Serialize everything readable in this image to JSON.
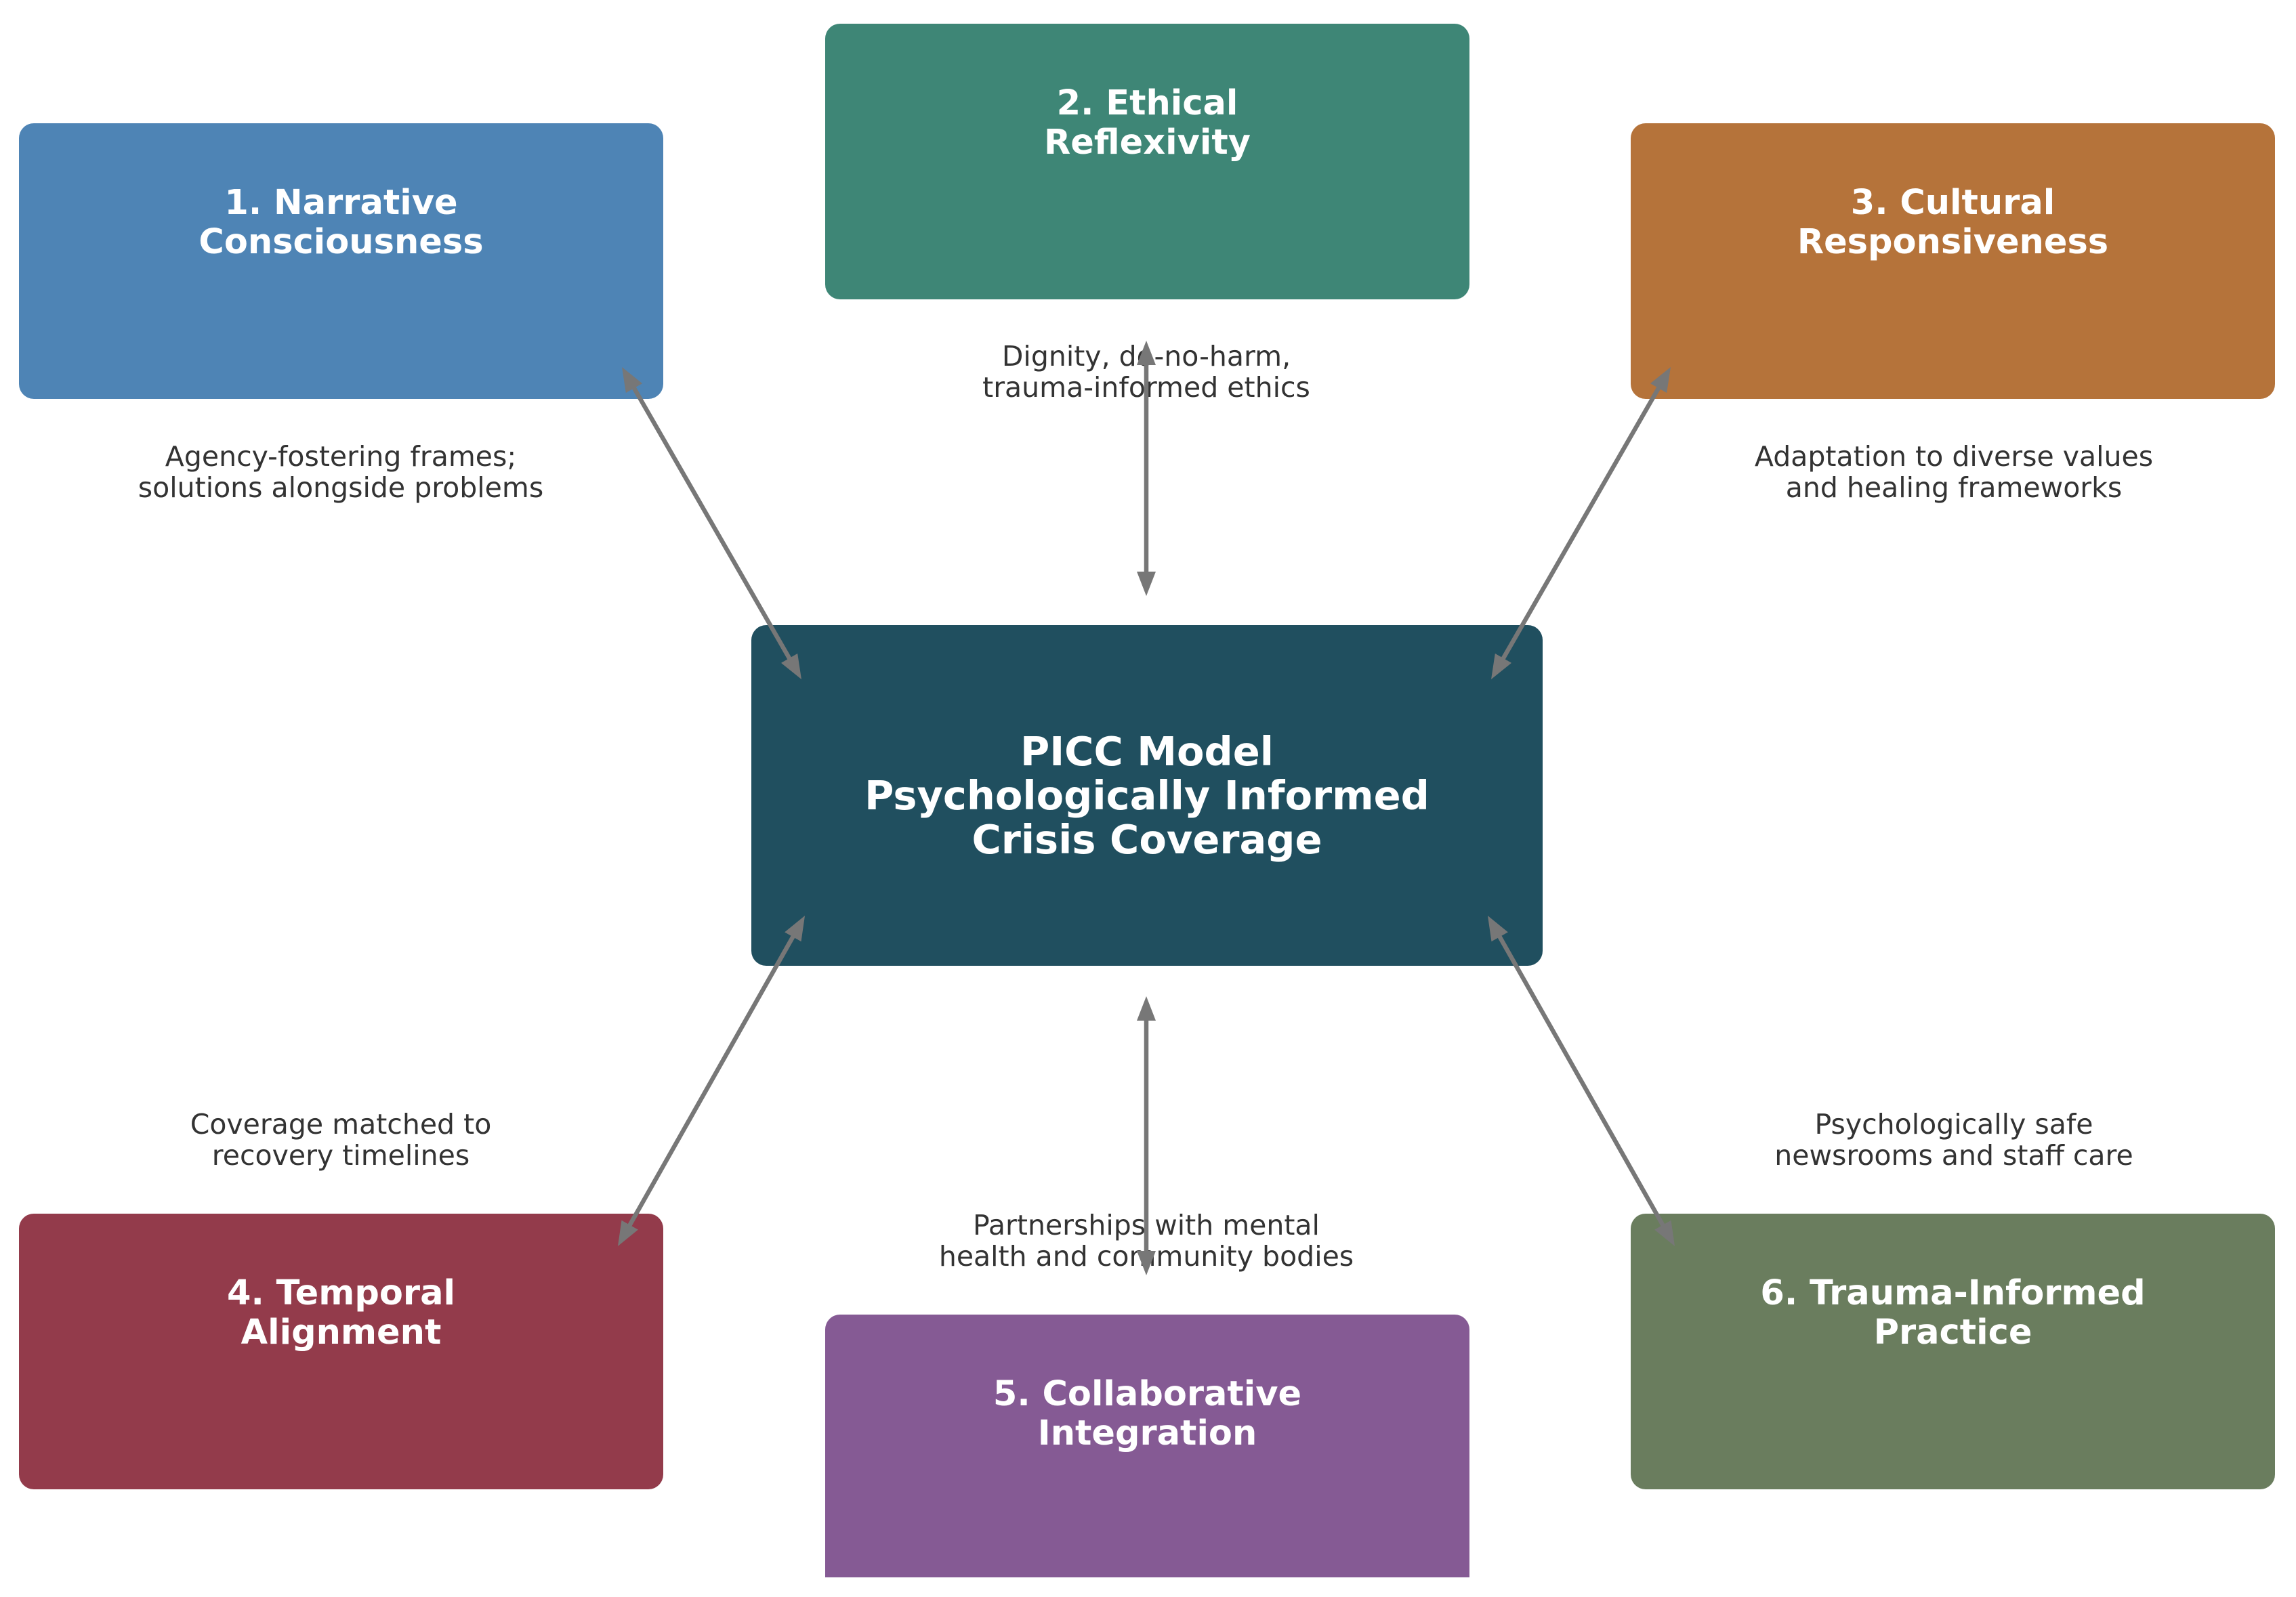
{
  "center": {
    "title": "PICC Model\nPsychologically Informed\nCrisis Coverage",
    "color": "#204f5f"
  },
  "components": [
    {
      "title": "1. Narrative\nConsciousness",
      "description": "Agency-fostering frames;\nsolutions alongside problems",
      "color": "#4e84b5"
    },
    {
      "title": "2. Ethical\nReflexivity",
      "description": "Dignity, do-no-harm,\ntrauma-informed ethics",
      "color": "#3e8676"
    },
    {
      "title": "3. Cultural\nResponsiveness",
      "description": "Adaptation to diverse values\nand healing frameworks",
      "color": "#b5733a"
    },
    {
      "title": "4. Temporal\nAlignment",
      "description": "Coverage matched to\nrecovery timelines",
      "color": "#933b4b"
    },
    {
      "title": "5. Collaborative\nIntegration",
      "description": "Partnerships with mental\nhealth and community bodies",
      "color": "#855a94"
    },
    {
      "title": "6. Trauma-Informed\nPractice",
      "description": "Psychologically safe\nnewsrooms and staff care",
      "color": "#6a7d5e"
    }
  ],
  "arrow_color": "#777777",
  "label_color": "#333333"
}
